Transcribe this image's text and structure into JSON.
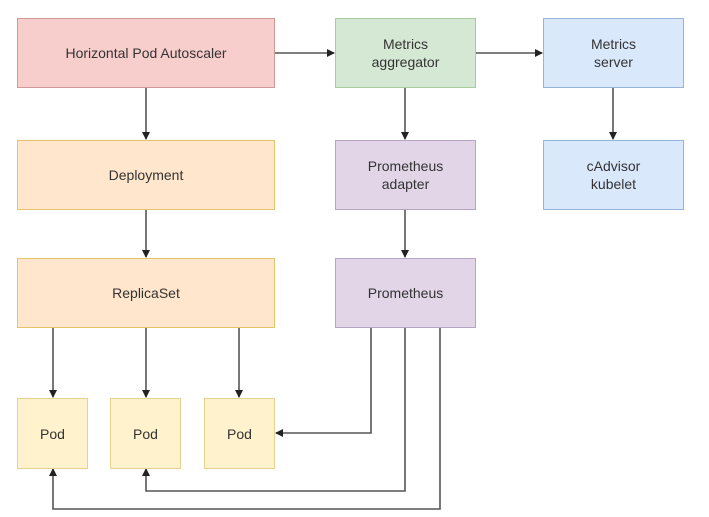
{
  "diagram": {
    "nodes": {
      "hpa": {
        "label": "Horizontal Pod Autoscaler",
        "fill": "#f8cecc",
        "stroke": "#d19a98"
      },
      "metrics_aggregator": {
        "label": "Metrics\naggregator",
        "fill": "#d5e8d4",
        "stroke": "#a9cc9f"
      },
      "metrics_server": {
        "label": "Metrics\nserver",
        "fill": "#dae8fc",
        "stroke": "#98b4d8"
      },
      "deployment": {
        "label": "Deployment",
        "fill": "#ffe6cc",
        "stroke": "#e4c56a"
      },
      "prometheus_adapter": {
        "label": "Prometheus\nadapter",
        "fill": "#e1d5e7",
        "stroke": "#b7a4c4"
      },
      "cadvisor_kubelet": {
        "label": "cAdvisor\nkubelet",
        "fill": "#dae8fc",
        "stroke": "#98b4d8"
      },
      "replicaset": {
        "label": "ReplicaSet",
        "fill": "#ffe6cc",
        "stroke": "#e4c56a"
      },
      "prometheus": {
        "label": "Prometheus",
        "fill": "#e1d5e7",
        "stroke": "#b7a4c4"
      },
      "pod1": {
        "label": "Pod",
        "fill": "#fff2cc",
        "stroke": "#e6d28e"
      },
      "pod2": {
        "label": "Pod",
        "fill": "#fff2cc",
        "stroke": "#e6d28e"
      },
      "pod3": {
        "label": "Pod",
        "fill": "#fff2cc",
        "stroke": "#e6d28e"
      }
    },
    "edges": [
      {
        "from": "hpa",
        "to": "metrics_aggregator"
      },
      {
        "from": "metrics_aggregator",
        "to": "metrics_server"
      },
      {
        "from": "hpa",
        "to": "deployment"
      },
      {
        "from": "metrics_aggregator",
        "to": "prometheus_adapter"
      },
      {
        "from": "metrics_server",
        "to": "cadvisor_kubelet"
      },
      {
        "from": "deployment",
        "to": "replicaset"
      },
      {
        "from": "prometheus_adapter",
        "to": "prometheus"
      },
      {
        "from": "replicaset",
        "to": "pod1"
      },
      {
        "from": "replicaset",
        "to": "pod2"
      },
      {
        "from": "replicaset",
        "to": "pod3"
      },
      {
        "from": "prometheus",
        "to": "pod3"
      },
      {
        "from": "prometheus",
        "to": "pod2"
      },
      {
        "from": "prometheus",
        "to": "pod1"
      }
    ],
    "edge_color": "#555555"
  }
}
